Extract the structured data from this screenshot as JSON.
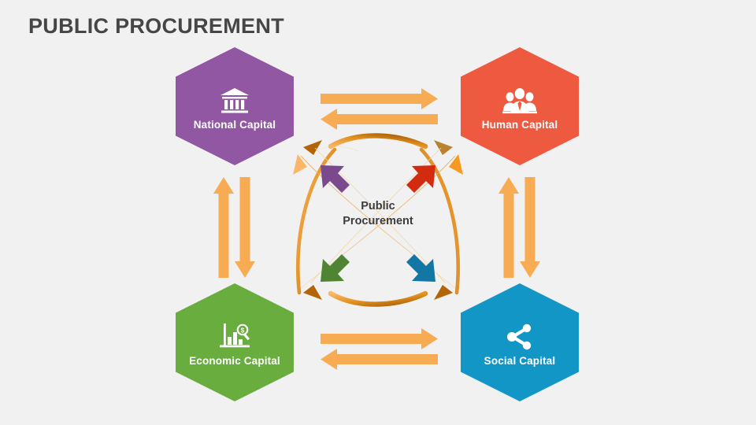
{
  "slide": {
    "title": "PUBLIC PROCUREMENT",
    "background_color": "#f1f1f1",
    "title_color": "#464646"
  },
  "center": {
    "line1": "Public",
    "line2": "Procurement",
    "text_color": "#3c3c3c"
  },
  "nodes": [
    {
      "id": "national-capital",
      "label": "National Capital",
      "icon": "bank-icon",
      "color": "#9257a3",
      "position": "top-left"
    },
    {
      "id": "human-capital",
      "label": "Human Capital",
      "icon": "people-group-icon",
      "color": "#ee5a3f",
      "position": "top-right"
    },
    {
      "id": "economic-capital",
      "label": "Economic Capital",
      "icon": "bar-chart-magnifier-dollar-icon",
      "color": "#6aad3f",
      "position": "bottom-left"
    },
    {
      "id": "social-capital",
      "label": "Social Capital",
      "icon": "share-network-icon",
      "color": "#1296c6",
      "position": "bottom-right"
    }
  ],
  "connectors": {
    "color": "#f7ab52",
    "items": [
      {
        "id": "top-arrow-right",
        "direction": "right",
        "orientation": "horizontal"
      },
      {
        "id": "top-arrow-left",
        "direction": "left",
        "orientation": "horizontal"
      },
      {
        "id": "bottom-arrow-right",
        "direction": "right",
        "orientation": "horizontal"
      },
      {
        "id": "bottom-arrow-left",
        "direction": "left",
        "orientation": "horizontal"
      },
      {
        "id": "left-arrow-up",
        "direction": "up",
        "orientation": "vertical"
      },
      {
        "id": "left-arrow-down",
        "direction": "down",
        "orientation": "vertical"
      },
      {
        "id": "right-arrow-up",
        "direction": "up",
        "orientation": "vertical"
      },
      {
        "id": "right-arrow-down",
        "direction": "down",
        "orientation": "vertical"
      }
    ]
  },
  "center_arrows": [
    {
      "id": "arrow-up-left",
      "color": "#7b4a8c",
      "points_to": "national-capital"
    },
    {
      "id": "arrow-up-right",
      "color": "#d32b0f",
      "points_to": "human-capital"
    },
    {
      "id": "arrow-down-left",
      "color": "#4e8434",
      "points_to": "economic-capital"
    },
    {
      "id": "arrow-down-right",
      "color": "#1278a3",
      "points_to": "social-capital"
    }
  ],
  "center_arcs": {
    "dark_color": "#a35c06",
    "light_color": "#f9a94d",
    "count": 4
  }
}
